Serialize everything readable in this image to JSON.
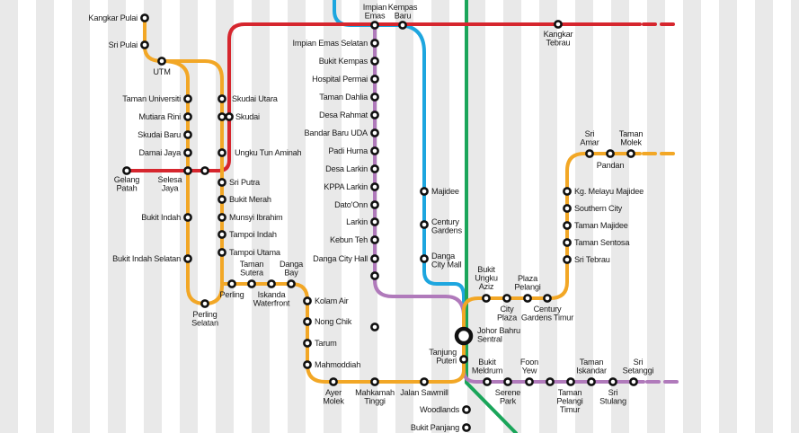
{
  "colors": {
    "red_line": "#d6262e",
    "orange_line": "#f2a726",
    "purple_line": "#b07abb",
    "blue_line": "#1da6df",
    "green_line": "#1aa55a",
    "stripe": "#e9e9e9"
  },
  "stations": [
    {
      "id": "kangkar-pulai",
      "text": "Kangkar Pulai"
    },
    {
      "id": "sri-pulai",
      "text": "Sri Pulai"
    },
    {
      "id": "utm",
      "text": "UTM"
    },
    {
      "id": "taman-universiti",
      "text": "Taman Universiti"
    },
    {
      "id": "mutiara-rini",
      "text": "Mutiara Rini"
    },
    {
      "id": "skudai-baru",
      "text": "Skudai Baru"
    },
    {
      "id": "damai-jaya",
      "text": "Damai Jaya"
    },
    {
      "id": "gelang-patah",
      "text": "Gelang\nPatah"
    },
    {
      "id": "selesa-jaya",
      "text": "Selesa\nJaya"
    },
    {
      "id": "bukit-indah",
      "text": "Bukit Indah"
    },
    {
      "id": "bukit-indah-selatan",
      "text": "Bukit Indah Selatan"
    },
    {
      "id": "perling-selatan",
      "text": "Perling\nSelatan"
    },
    {
      "id": "skudai-utara",
      "text": "Skudai Utara"
    },
    {
      "id": "skudai",
      "text": "Skudai"
    },
    {
      "id": "ungku-tun-aminah",
      "text": "Ungku Tun Aminah"
    },
    {
      "id": "sri-putra",
      "text": "Sri Putra"
    },
    {
      "id": "bukit-merah",
      "text": "Bukit Merah"
    },
    {
      "id": "munsyi-ibrahim",
      "text": "Munsyi Ibrahim"
    },
    {
      "id": "tampoi-indah",
      "text": "Tampoi Indah"
    },
    {
      "id": "tampoi-utama",
      "text": "Tampoi Utama"
    },
    {
      "id": "perling",
      "text": "Perling"
    },
    {
      "id": "taman-sutera",
      "text": "Taman\nSutera"
    },
    {
      "id": "iskanda-waterfront",
      "text": "Iskanda\nWaterfront"
    },
    {
      "id": "danga-bay",
      "text": "Danga\nBay"
    },
    {
      "id": "kolam-air",
      "text": "Kolam Air"
    },
    {
      "id": "nong-chik",
      "text": "Nong Chik"
    },
    {
      "id": "tarum",
      "text": "Tarum"
    },
    {
      "id": "mahmoddiah",
      "text": "Mahmoddiah"
    },
    {
      "id": "ayer-molek",
      "text": "Ayer\nMolek"
    },
    {
      "id": "mahkamah-tinggi",
      "text": "Mahkamah\nTinggi"
    },
    {
      "id": "jalan-sawmill",
      "text": "Jalan Sawmill"
    },
    {
      "id": "impian-emas",
      "text": "Impian\nEmas"
    },
    {
      "id": "kempas-baru",
      "text": "Kempas\nBaru"
    },
    {
      "id": "impian-emas-selatan",
      "text": "Impian Emas Selatan"
    },
    {
      "id": "bukit-kempas",
      "text": "Bukit Kempas"
    },
    {
      "id": "hospital-permai",
      "text": "Hospital Permai"
    },
    {
      "id": "taman-dahlia",
      "text": "Taman Dahlia"
    },
    {
      "id": "desa-rahmat",
      "text": "Desa Rahmat"
    },
    {
      "id": "bandar-baru-uda",
      "text": "Bandar Baru UDA"
    },
    {
      "id": "padi-huma",
      "text": "Padi Huma"
    },
    {
      "id": "desa-larkin",
      "text": "Desa Larkin"
    },
    {
      "id": "kppa-larkin",
      "text": "KPPA Larkin"
    },
    {
      "id": "dato-onn",
      "text": "Dato'Onn"
    },
    {
      "id": "larkin",
      "text": "Larkin"
    },
    {
      "id": "kebun-teh",
      "text": "Kebun Teh"
    },
    {
      "id": "danga-city-hall",
      "text": "Danga City Hall"
    },
    {
      "id": "majidee",
      "text": "Majidee"
    },
    {
      "id": "century-gardens",
      "text": "Century\nGardens"
    },
    {
      "id": "danga-city-mall",
      "text": "Danga\nCity Mall"
    },
    {
      "id": "kangkar-tebrau",
      "text": "Kangkar\nTebrau"
    },
    {
      "id": "johor-bahru-sentral",
      "text": "Johor Bahru\nSentral"
    },
    {
      "id": "tanjung-puteri",
      "text": "Tanjung\nPuteri"
    },
    {
      "id": "bukit-ungku-aziz",
      "text": "Bukit\nUngku\nAziz"
    },
    {
      "id": "city-plaza",
      "text": "City\nPlaza"
    },
    {
      "id": "plaza-pelangi",
      "text": "Plaza\nPelangi"
    },
    {
      "id": "century-gardens-timur",
      "text": "Century\nGardens Timur"
    },
    {
      "id": "sri-tebrau",
      "text": "Sri Tebrau"
    },
    {
      "id": "taman-sentosa",
      "text": "Taman Sentosa"
    },
    {
      "id": "taman-majidee",
      "text": "Taman Majidee"
    },
    {
      "id": "southern-city",
      "text": "Southern City"
    },
    {
      "id": "kg-melayu-majidee",
      "text": "Kg. Melayu Majidee"
    },
    {
      "id": "sri-amar",
      "text": "Sri\nAmar"
    },
    {
      "id": "pandan",
      "text": "Pandan"
    },
    {
      "id": "taman-molek",
      "text": "Taman\nMolek"
    },
    {
      "id": "bukit-meldrum",
      "text": "Bukit\nMeldrum"
    },
    {
      "id": "serene-park",
      "text": "Serene\nPark"
    },
    {
      "id": "foon-yew",
      "text": "Foon\nYew"
    },
    {
      "id": "taman-pelangi-timur",
      "text": "Taman\nPelangi\nTimur"
    },
    {
      "id": "taman-iskandar",
      "text": "Taman\nIskandar"
    },
    {
      "id": "sri-stulang",
      "text": "Sri\nStulang"
    },
    {
      "id": "sri-setanggi",
      "text": "Sri\nSetanggi"
    },
    {
      "id": "woodlands",
      "text": "Woodlands"
    },
    {
      "id": "bukit-panjang",
      "text": "Bukit Panjang"
    }
  ]
}
